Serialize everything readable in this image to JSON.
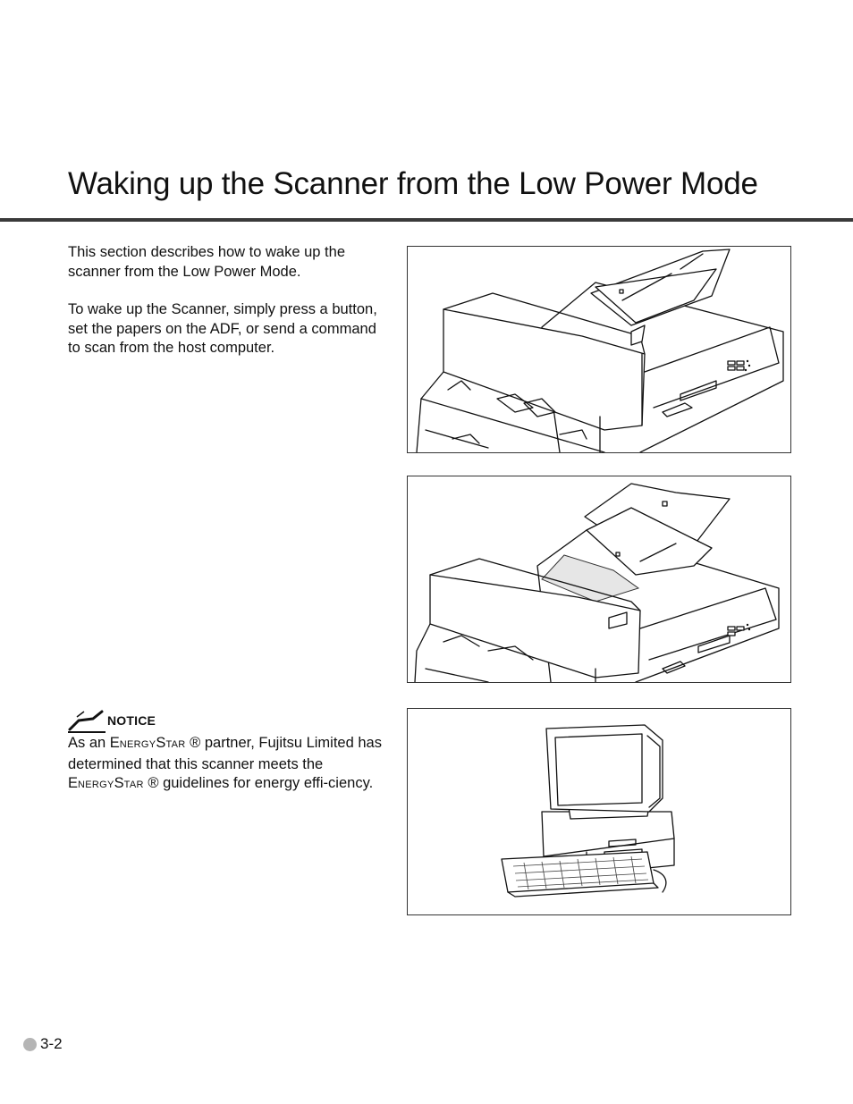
{
  "page": {
    "title": "Waking up the Scanner from the Low Power Mode",
    "page_number": "3-2"
  },
  "content": {
    "intro": "This section describes how to wake up the scanner from the Low Power Mode.",
    "instruction": "To wake up the Scanner, simply press a button, set the papers on the ADF, or send a command to scan from the host computer."
  },
  "notice": {
    "label": "NOTICE",
    "text_part1": "As an ",
    "brand_e1": "E",
    "brand_nergy": "NERGY",
    "brand_s": "S",
    "brand_tar": "TAR",
    "text_part2": " ® partner, Fujitsu Limited has determined that this scanner meets the ",
    "text_part3": " ® guidelines for energy effi-ciency."
  },
  "icons": {
    "notice": "pencil-notice-icon",
    "page_marker": "circle-bullet-icon"
  },
  "colors": {
    "title_rule": "#3a3a3a",
    "page_dot": "#b5b5b5"
  }
}
